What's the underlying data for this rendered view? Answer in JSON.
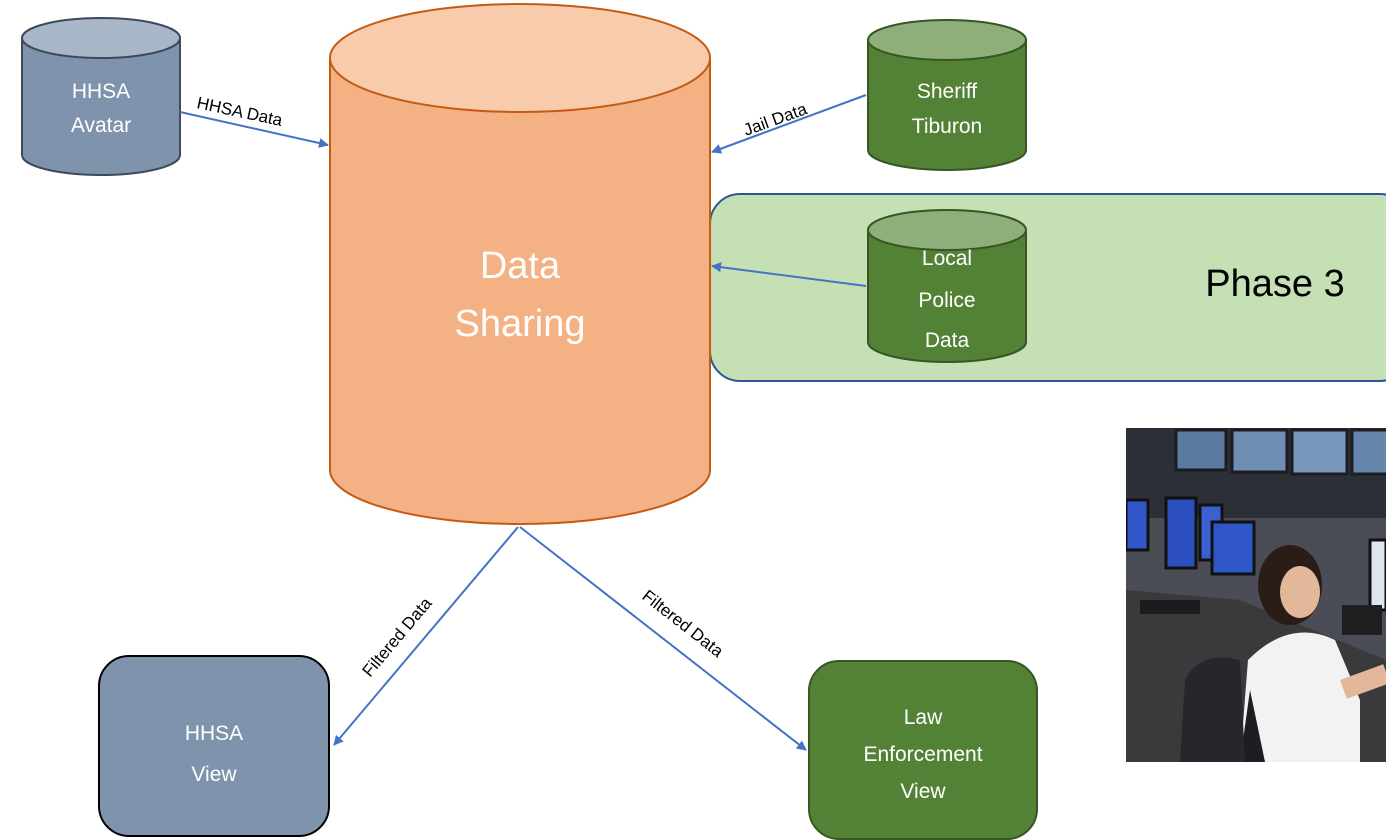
{
  "colors": {
    "hhsa_fill": "#7f93ad",
    "hhsa_top": "#a8b7c8",
    "hhsa_stroke": "#3d4a5c",
    "green_fill": "#538135",
    "green_top": "#8faf7a",
    "green_stroke": "#375623",
    "hub_fill": "#f4b183",
    "hub_top": "#f8cbad",
    "hub_stroke": "#c55a11",
    "phase_fill": "#c5e0b4",
    "phase_stroke": "#2f5597",
    "arrow": "#4472c4"
  },
  "nodes": {
    "hhsa_avatar": {
      "line1": "HHSA",
      "line2": "Avatar"
    },
    "sheriff_tiburon": {
      "line1": "Sheriff",
      "line2": "Tiburon"
    },
    "data_sharing": {
      "line1": "Data",
      "line2": "Sharing"
    },
    "local_police": {
      "line1": "Local",
      "line2": "Police",
      "line3": "Data"
    },
    "hhsa_view": {
      "line1": "HHSA",
      "line2": "View"
    },
    "law_enforcement_view": {
      "line1": "Law",
      "line2": "Enforcement",
      "line3": "View"
    }
  },
  "phase3": {
    "label": "Phase 3"
  },
  "edges": {
    "hhsa_data": "HHSA Data",
    "jail_data": "Jail Data",
    "filtered_left": "Filtered Data",
    "filtered_right": "Filtered Data"
  },
  "photo": {
    "alt": "dispatcher-at-console-photo"
  }
}
